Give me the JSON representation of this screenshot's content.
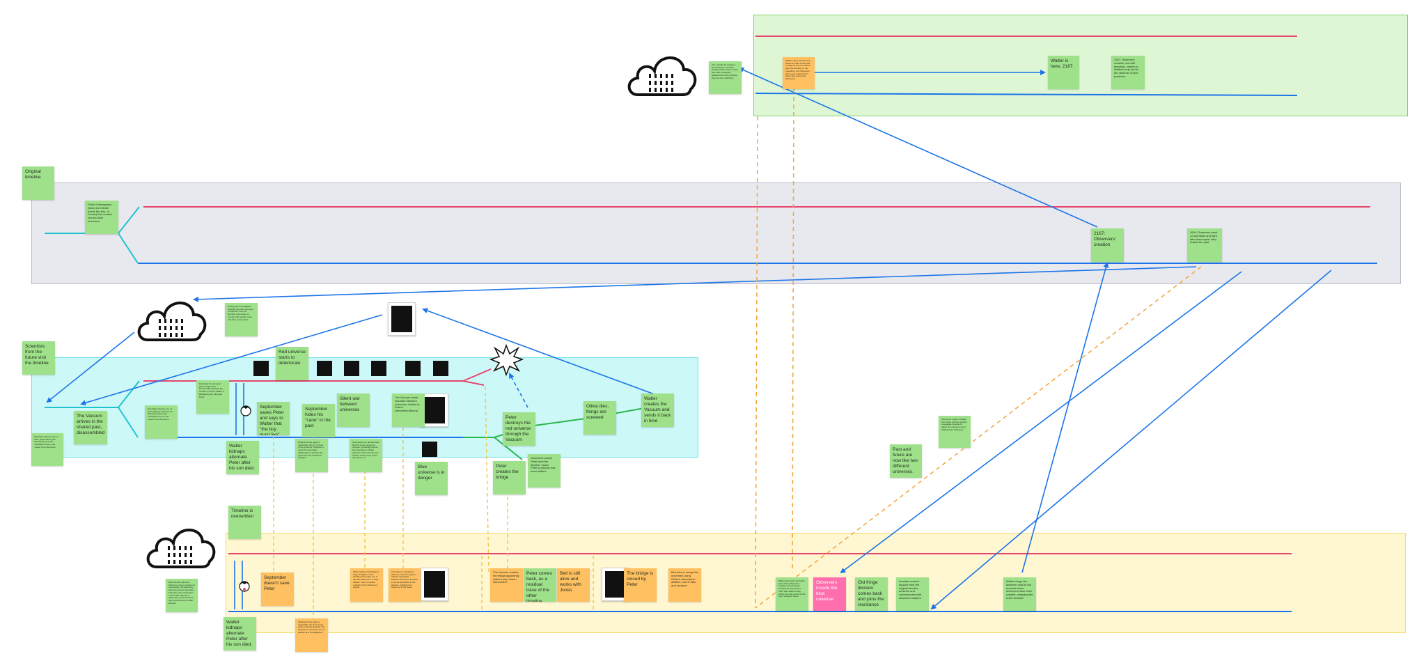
{
  "board": {
    "regions": [
      {
        "id": "future"
      },
      {
        "id": "original"
      },
      {
        "id": "vacuum"
      },
      {
        "id": "overwritten"
      }
    ]
  },
  "colors": {
    "future_bg": "#dff6d5",
    "original_bg": "#e8e9ee",
    "vacuum_bg": "#cdf8f8",
    "overwritten_bg": "#fff7d2",
    "red_timeline": "#e8456e",
    "blue_timeline": "#1b74e8",
    "cyan_branch": "#1fc3d0",
    "green_branch": "#27b84a",
    "orange_dashed": "#f2a43a",
    "yellow_dashed": "#f0c64a",
    "sticky_green": "#9fe08a",
    "sticky_orange": "#ffc062",
    "sticky_pink": "#ff6fae"
  },
  "notes": {
    "original_timeline": "Original timeline",
    "divergence": "Point of divergence (there are infinite points like this, of course) that creates red and blue universes",
    "future_2167_creation": "2167: Observers' creation",
    "observers_2609": "2609: Observers send 12 scientists and right after their report, they invade the past",
    "walter_here_2167": "Walter is here, 2167.",
    "observers_2167_creation": "2167: Observers creation, but with emotions, thanks to Walter's help and to the observer child's presence",
    "child_observer_future": "The outside the Invasion, the Observer scientists wandered the events. Once they had completely detached from the timeline, they become watching.",
    "walter_plan_future": "Walter's plan: add the boy Observer child to the past so that the boy's emotions alter the timeline. In the meantime, the Observers who never created from future time have been destroyed",
    "scientists_future_visit": "Scientists from the future visit the timeline",
    "scientists_observe_one": "Scientists observe one of them (September) has developed personal motivations due to the 'cause' from the future",
    "during_investigation": "During their investigation through time they perceive a distortion from the timeline, that orders to comply with specific rules and their connections",
    "vacuum_arrives": "The Vacuum arrives in the shared past, disassembled",
    "scientists_observe_two": "Scientists observe one of them (Boyce) and how his developed personal motivations due to the 'cause' from the future",
    "following_his_personal": "Following his personal plans, September intentionally distracts the timeline so that a Walter is kidnapping the alternate Peter",
    "walter_kidnaps_alt": "Walter kidnaps alternate Peter after his son died.",
    "september_saves": "September saves Peter and says to Walter that \"the boy must live\"",
    "september_hides": "September hides his \"cane\" in the past",
    "silent_war": "Silent war between universes",
    "original_fringe_division": "Original Fringe agency meanwhile: the 47 is proof of the universe Theories to verify the anomalies, deliberately to prepare the ground for the universes' collapse",
    "help_division": "Help division to decode and find the clues needed to uncover: exploring beyond the boundary to obtain answers, how to be the one answer whose story led to the phase out",
    "vacuum_resonates": "The Vacuum starts resonate between universes, thanks to Peter's intervention/bound",
    "red_universe_deteriorate": "Red universe starts to deteriorate",
    "blue_universe_danger": "Blue universe is in danger",
    "peter_destroys": "Peter destroys the red universe through the Vacuum",
    "olivia_dies": "Olivia dies, things are screwed",
    "walter_creates_vacuum": "Walter creates the Vacuum and sends it back in time",
    "observers_cancel_peter": "Observers cancel Peter from the timeline 'cause Peter's purpose has been fulfilled",
    "peter_creates_bridge": "Peter creates the bridge",
    "past_future_different": "Past and future are now like two different universes.",
    "observers_create_bridge": "Observers create a bridge from there with the goal as a separate timeline to adjust the continuum and 'following as' deliberate",
    "timeline_overwritten": "Timeline is overwritten",
    "walter_kidnaps_alt_2": "Walter kidnaps alternate Peter after his son died.",
    "back_seen_timeline": "Back into the past the Observers were creating an intervention, all while they had time-stamps and other branches, the intervention events that nobody, in which they don't intervene they moved into the initial timeline",
    "september_doesnt_save": "September doesn't save Peter",
    "original_fringe_2": "Original Fringe agency meanwhile: the 47 is proof of the universe theories, the observer's memories and, in parallel, the investigations",
    "olivia_realizes": "Olivia realizes that Walter's anger is higher in this timeline than in the one in the alternate and is a large debate. Then no detour created by the Observers' impact",
    "vacuum_wasted": "The Vacuum wandered with the universes ripples, and the separation between them lies, and that it can be anywhere in the timeline, waiting to be found out in the future",
    "vacuum_bridge_2": "The Vacuum creates the bridge apparently without any human intervention",
    "peter_comes_back": "Peter comes back, as a residual trace of the other timeline",
    "bell_alive": "Bell is still alive and works with Jones",
    "bridge_closed": "The bridge is closed by Peter",
    "bell_tries_merge": "Bell tries to merge the universes using Olivia's cortexiphan abilities, but he fails and escapes",
    "walter_previous": "Walter previously devised a plan of the Observers' invasion from the past, sending the boy back to 2167 with Walter's help, where this plan can help the boy's arrival to future",
    "observers_invade_blue": "Observers invade the blue universe",
    "old_fringe_division": "Old fringe division comes back and joins the resistance",
    "invaders_receive": "Invaders receive support from the original timeline universe and communicate with observers leaders",
    "walter_brings_observer": "Walter brings the observer child to the moment when observers have been created, changing the entire timeline"
  }
}
